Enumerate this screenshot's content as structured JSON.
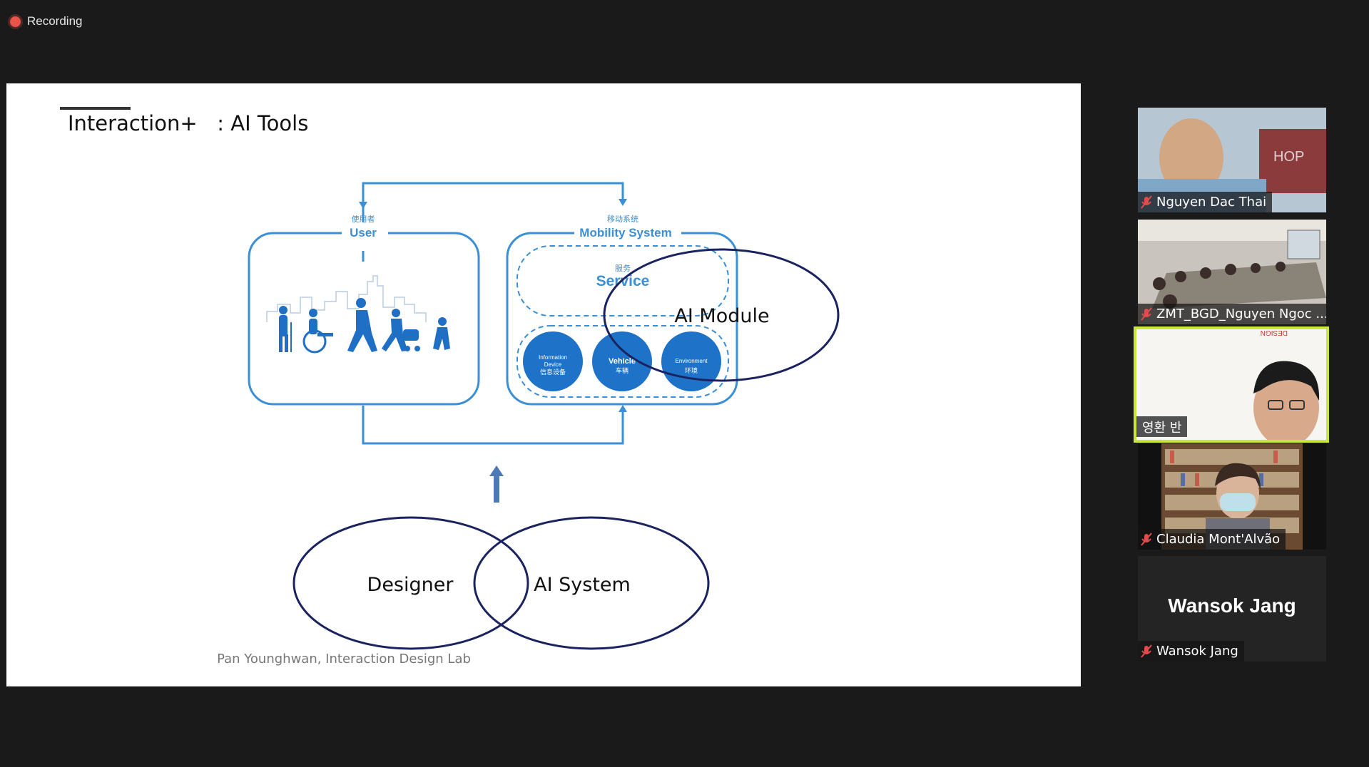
{
  "recording": {
    "label": "Recording",
    "color": "#e8534b"
  },
  "slide": {
    "title": "Interaction+   : AI Tools",
    "user_box": {
      "label_cn": "使用者",
      "label_en": "User"
    },
    "mobility_box": {
      "label_cn": "移动系统",
      "label_en": "Mobility System"
    },
    "service": {
      "label_cn": "服务",
      "label_en": "Service"
    },
    "circles": [
      {
        "en": "Information\nDevice",
        "cn": "信息设备"
      },
      {
        "en": "Vehicle",
        "cn": "车辆"
      },
      {
        "en": "Environment",
        "cn": "环境"
      }
    ],
    "ai_module_label": "AI Module",
    "designer_label": "Designer",
    "ai_system_label": "AI System",
    "caption": "Pan Younghwan, Interaction Design Lab",
    "accent_color": "#3a8fd6",
    "ellipse_color": "#1a2360"
  },
  "participants": [
    {
      "name": "Nguyen Dac Thai",
      "muted": true
    },
    {
      "name": "ZMT_BGD_Nguyen Ngoc ...",
      "muted": true
    },
    {
      "name": "영환 반",
      "muted": false,
      "active": true,
      "background_text": "DESIGN"
    },
    {
      "name": "Claudia Mont'Alvão",
      "muted": true
    },
    {
      "name": "Wansok Jang",
      "muted": true,
      "display_name": "Wansok Jang"
    }
  ]
}
